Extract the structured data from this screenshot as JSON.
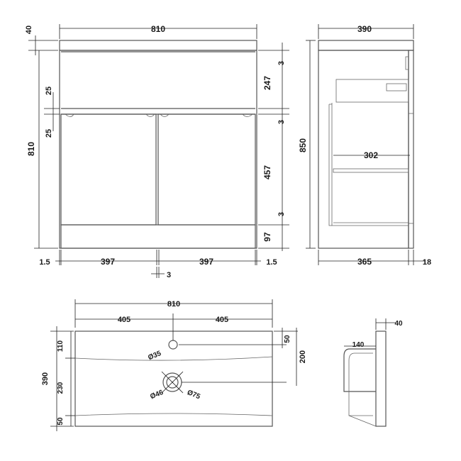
{
  "front": {
    "top_thickness": "40",
    "width": "810",
    "total_height": "810",
    "drawer_gap_top": "3",
    "drawer_height": "247",
    "drawer_gap_bottom": "3",
    "door_height": "457",
    "plinth_gap": "3",
    "plinth_height": "97",
    "groove_upper": "25",
    "groove_lower": "25",
    "side_left": "1.5",
    "door_left": "397",
    "door_right": "397",
    "side_right": "1.5",
    "door_gap": "3"
  },
  "side": {
    "depth": "390",
    "total_height": "850",
    "inner_depth": "302",
    "body_depth": "365",
    "door_depth": "18"
  },
  "basin_top": {
    "width": "810",
    "half_left": "405",
    "half_right": "405",
    "depth": "390",
    "front_zone": "110",
    "bowl_zone": "230",
    "back_zone": "50",
    "tap_hole_offset": "50",
    "waste_offset": "200",
    "tap_hole_dia": "Ø35",
    "waste_inner_dia": "Ø46",
    "waste_outer_dia": "Ø75"
  },
  "basin_section": {
    "lip": "40",
    "bowl_depth": "140"
  }
}
